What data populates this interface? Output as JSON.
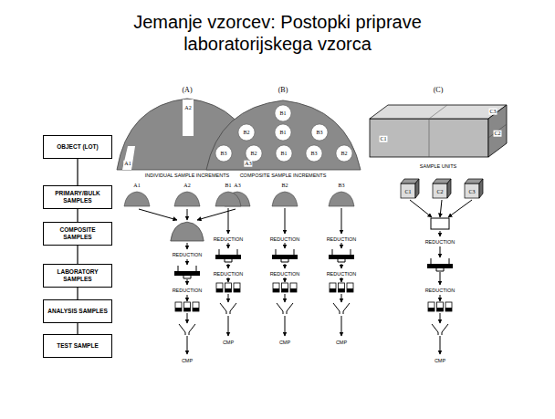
{
  "diagram": {
    "title": "Jemanje vzorcev: Postopki priprave laboratorijskega vzorca",
    "nodes": [
      {
        "text": [
          "OBJECT (LOT)"
        ]
      },
      {
        "text": [
          "PRIMARY/BULK SAMPLES"
        ]
      },
      {
        "text": [
          "COMPOSITE SAMPLES"
        ]
      },
      {
        "text": [
          "LABORATORY SAMPLES"
        ]
      },
      {
        "text": [
          "ANALYSIS SAMPLES"
        ]
      },
      {
        "text": [
          "TEST SAMPLE"
        ]
      }
    ],
    "edges": [
      {
        "from": 0,
        "to": 1,
        "arrow": "none"
      },
      {
        "from": 1,
        "to": 2,
        "arrow": "none"
      },
      {
        "from": 2,
        "to": 3,
        "arrow": "none"
      },
      {
        "from": 3,
        "to": 4,
        "arrow": "none"
      },
      {
        "from": 4,
        "to": 5,
        "arrow": "none"
      }
    ],
    "labels": [
      "(A)",
      "A2",
      "A1",
      "A3",
      "INDIVIDUAL SAMPLE INCREMENTS",
      "A1",
      "A2",
      "A3",
      "REDUCTION",
      "REDUCTION",
      "CMP",
      "(B)",
      "B1",
      "B2",
      "B1",
      "B3",
      "B3",
      "B2",
      "B1",
      "B3",
      "B2",
      "COMPOSITE SAMPLE INCREMENTS",
      "B1",
      "B2",
      "B3",
      "REDUCTION",
      "REDUCTION",
      "REDUCTION",
      "REDUCTION",
      "REDUCTION",
      "REDUCTION",
      "CMP",
      "CMP",
      "CMP",
      "(C)",
      "C1",
      "C2",
      "C3",
      "SAMPLE UNITS",
      "C1",
      "C2",
      "C3",
      "REDUCTION",
      "REDUCTION",
      "CMP"
    ]
  }
}
